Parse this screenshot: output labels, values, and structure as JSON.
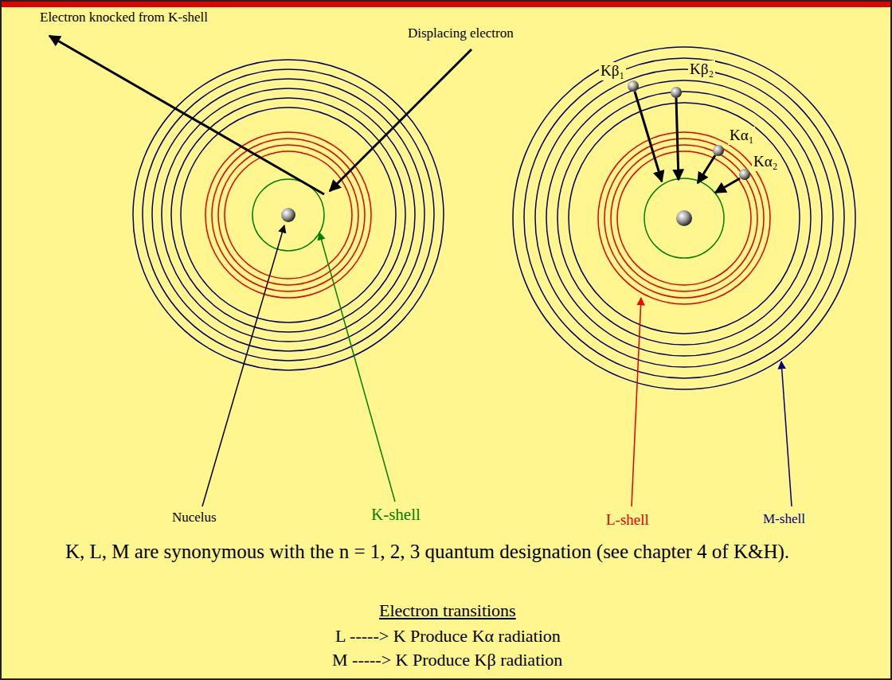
{
  "diagram": {
    "labels": [
      "Electron knocked from K-shell",
      "Displacing electron",
      "Kβ₁",
      "Kβ₂",
      "Kα₁",
      "Kα₂",
      "Nucelus",
      "K-shell",
      "L-shell",
      "M-shell",
      "K, L, M are synonymous with the n = 1, 2, 3 quantum designation (see chapter 4 of K&H).",
      "Electron transitions",
      "L -----> K Produce Kα radiation",
      "M -----> K Produce Kβ radiation"
    ]
  }
}
